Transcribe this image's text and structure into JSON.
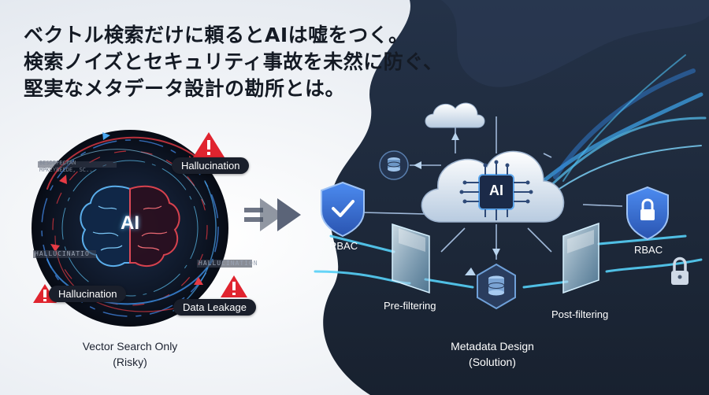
{
  "headline": {
    "line1": "ベクトル検索だけに頼るとAIは嘘をつく。",
    "line2": "検索ノイズとセキュリティ事故を未然に防ぐ、",
    "line3": "堅実なメタデータ設計の勘所とは。"
  },
  "left_panel": {
    "ai_text": "AI",
    "caption_line1": "Vector Search Only",
    "caption_line2": "(Risky)",
    "glitch_texts": [
      "HALLUCINATIO",
      "HALLUCINATION",
      "MPKEYBEEDE, SC...",
      "BESDEFECTAN"
    ],
    "labels": {
      "hallucination_top": "Hallucination",
      "hallucination_bottom": "Hallucination",
      "data_leakage": "Data Leakage"
    }
  },
  "right_panel": {
    "ai_chip": "AI",
    "rbac_left": "RBAC",
    "rbac_right": "RBAC",
    "pre_filtering": "Pre-filtering",
    "post_filtering": "Post-filtering",
    "caption_line1": "Metadata Design",
    "caption_line2": "(Solution)"
  },
  "colors": {
    "dark_bg": "#1e2a3f",
    "accent_cyan": "#4fd3f5",
    "alert_red": "#e0242f",
    "shield_blue": "#3a72d8"
  }
}
